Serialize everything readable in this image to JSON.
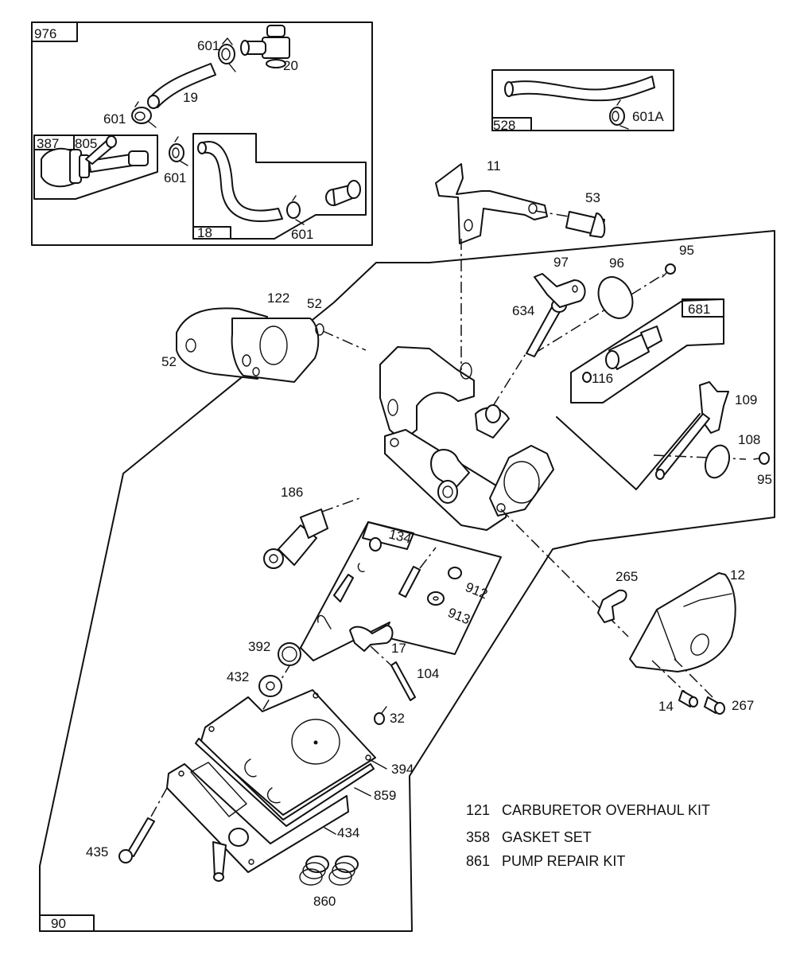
{
  "diagram": {
    "title": "Carburetor exploded parts diagram",
    "group_boxes": {
      "fuel_line_kit": "976",
      "fuel_tank_outlet": "387",
      "fuel_hose_assembly": "18",
      "hose_kit": "528",
      "main_jet_assembly": "681",
      "repair_kit": "134",
      "carburetor_assembly": "90"
    },
    "parts": {
      "p601_top": "601",
      "p20": "20",
      "p19": "19",
      "p601_left": "601",
      "p805": "805",
      "p601_mid": "601",
      "p601_hose": "601",
      "p601A": "601A",
      "p11": "11",
      "p53": "53",
      "p95_top": "95",
      "p97": "97",
      "p96": "96",
      "p634": "634",
      "p116": "116",
      "p122": "122",
      "p52_right": "52",
      "p52_left": "52",
      "p109": "109",
      "p108": "108",
      "p95_right": "95",
      "p186": "186",
      "p912": "912",
      "p913": "913",
      "p17": "17",
      "p104": "104",
      "p265": "265",
      "p12": "12",
      "p392": "392",
      "p432": "432",
      "p32": "32",
      "p14": "14",
      "p267": "267",
      "p394": "394",
      "p859": "859",
      "p434": "434",
      "p435": "435",
      "p860": "860"
    },
    "kits": [
      {
        "number": "121",
        "name": "CARBURETOR OVERHAUL KIT"
      },
      {
        "number": "358",
        "name": "GASKET SET"
      },
      {
        "number": "861",
        "name": "PUMP REPAIR KIT"
      }
    ]
  }
}
